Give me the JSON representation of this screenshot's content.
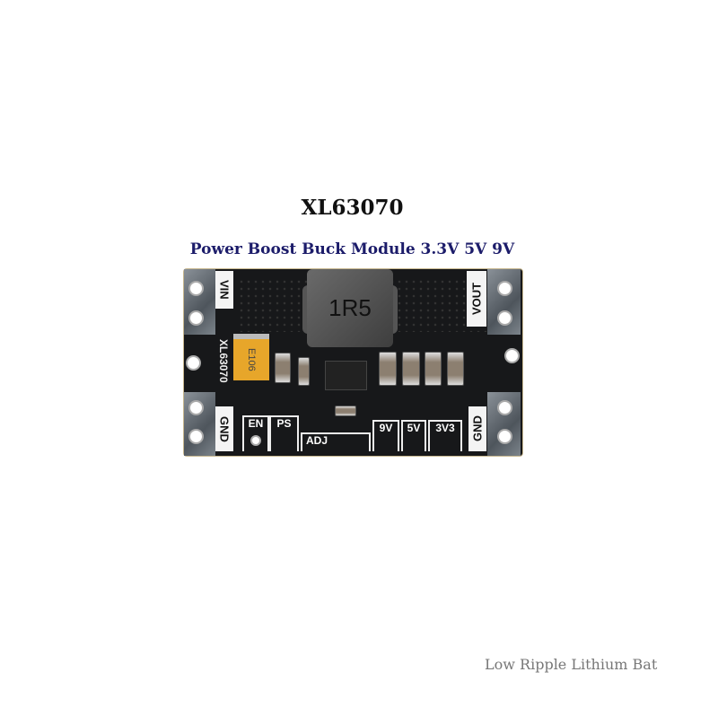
{
  "title": "XL63070",
  "subtitle": "Power Boost Buck Module 3.3V 5V 9V",
  "footer": "Low Ripple Lithium Bat",
  "board": {
    "vin": "VIN",
    "vout": "VOUT",
    "gnd_left": "GND",
    "gnd_right": "GND",
    "chip_label": "XL63070",
    "inductor": "1R5",
    "capacitor": "E106",
    "en": "EN",
    "ps": "PS",
    "adj": "ADJ",
    "v9": "9V",
    "v5": "5V",
    "v3v3": "3V3"
  }
}
